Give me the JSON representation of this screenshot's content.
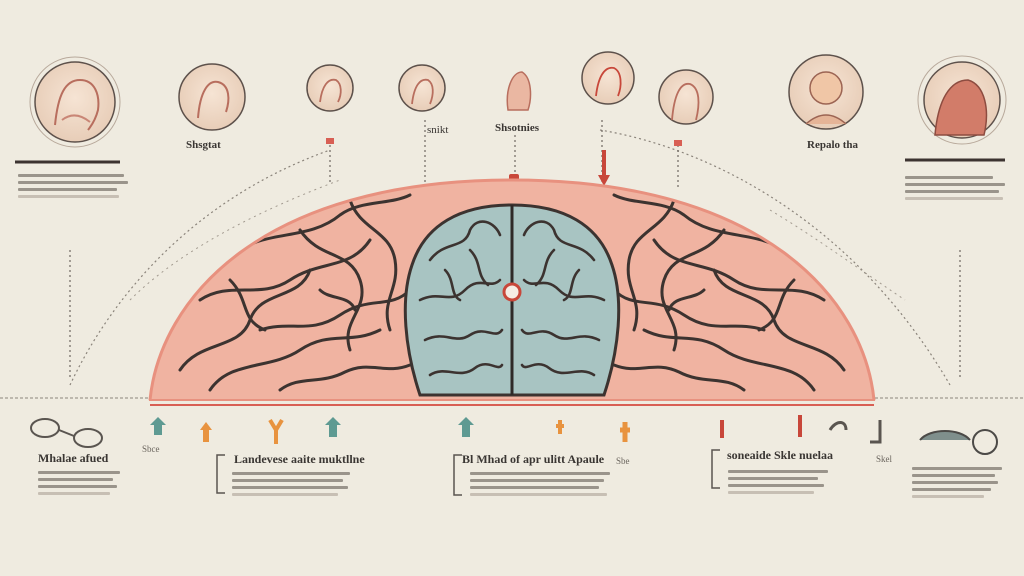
{
  "labels": {
    "portrait1": "Shsgtat",
    "portrait2": "snikt",
    "portrait3": "Shsotnies",
    "portrait4": "Repalo tha",
    "bottom1": "Mhalae afued",
    "bottom2": "Landevese aaite muktllne",
    "bottom3": "Bl Mhad of apr ulitt Apaule",
    "bottom4": "soneaide Skle nuelaa",
    "icon_caption1": "Sbce",
    "icon_caption2": "Sbe",
    "icon_caption3": "Skel"
  },
  "colors": {
    "background": "#efebe0",
    "cortex": "#f2b5a3",
    "cortex_edge": "#e8917f",
    "inner_brain": "#a7c2c0",
    "inner_brain_edge": "#5f7c80",
    "outline": "#3c3330",
    "accent_orange": "#e8933f",
    "accent_red": "#c8473a",
    "accent_teal": "#5e9a92"
  },
  "icons": [
    "face-portrait-icon",
    "brain-hemisphere-icon",
    "brain-core-icon",
    "pin-marker-icon",
    "arrow-marker-icon",
    "eyeglasses-icon"
  ]
}
